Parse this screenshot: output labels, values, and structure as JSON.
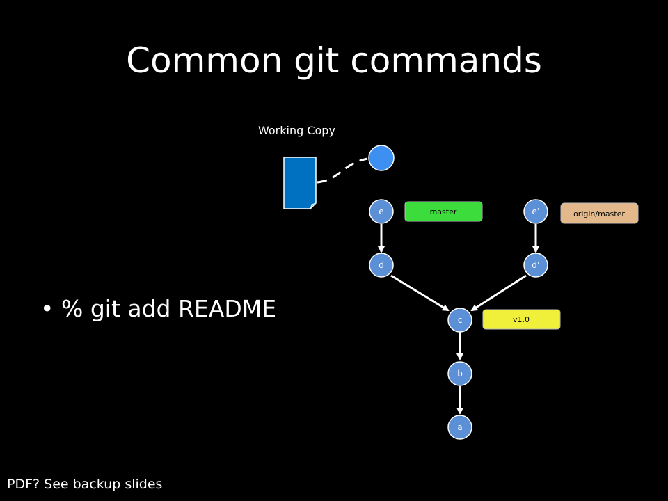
{
  "slide": {
    "title": "Common git commands",
    "bullet": "% git add README",
    "footer": "PDF? See backup slides"
  },
  "working_copy": {
    "label": "Working Copy"
  },
  "commits": {
    "a": "a",
    "b": "b",
    "c": "c",
    "d": "d",
    "e": "e",
    "d_prime": "d’",
    "e_prime": "e’"
  },
  "refs": {
    "master": "master",
    "origin_master": "origin/master",
    "tag": "v1.0"
  },
  "colors": {
    "background": "#000000",
    "node": "#5b8fd6",
    "file": "#0070c0",
    "working_copy_circle": "#3d8ff2",
    "master_label": "#3ddc3d",
    "origin_label": "#e3b88a",
    "tag_label": "#f0f03a"
  }
}
